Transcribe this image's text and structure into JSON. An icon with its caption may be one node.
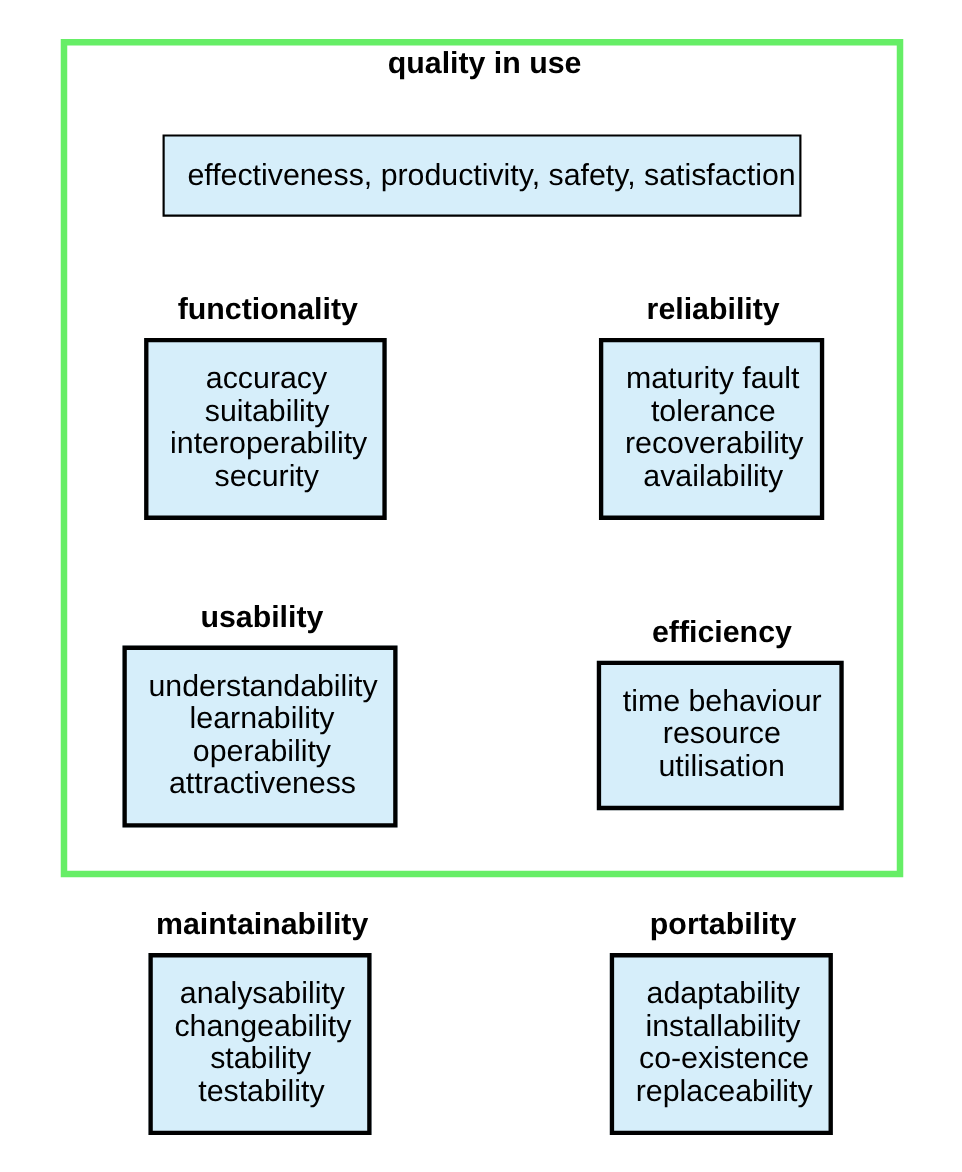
{
  "diagram": {
    "nodes": [
      {
        "text": [
          "quality in use"
        ]
      },
      {
        "text": [
          "effectiveness, productivity, safety, satisfaction"
        ],
        "in": 0
      },
      {
        "text": [
          "functionality",
          "accuracy suitability interoperability security"
        ],
        "in": 0
      },
      {
        "text": [
          "reliability",
          "maturity fault tolerance recoverability availability"
        ],
        "in": 0
      },
      {
        "text": [
          "usability",
          "understandability learnability operability attractiveness"
        ],
        "in": 0
      },
      {
        "text": [
          "efficiency",
          "time behaviour resource utilisation"
        ],
        "in": 0
      },
      {
        "text": [
          "maintainability",
          "analysability changeability stability testability"
        ]
      },
      {
        "text": [
          "portability",
          "adaptability installability co-existence replaceability"
        ]
      }
    ],
    "edges": []
  }
}
